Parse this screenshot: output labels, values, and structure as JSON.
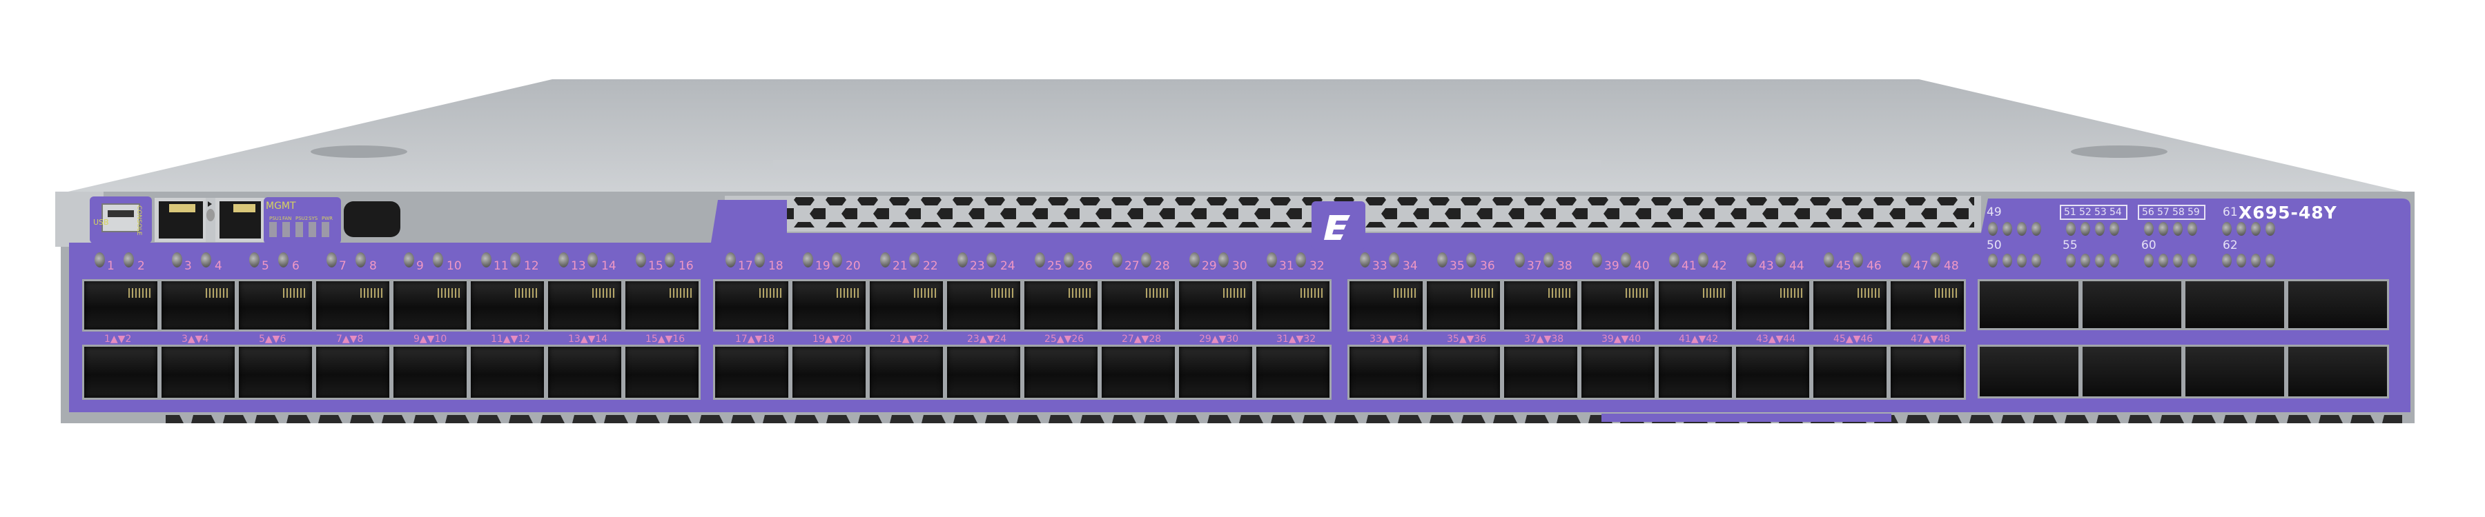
{
  "product": {
    "model": "X695-48Y",
    "logo": "E"
  },
  "left_panel": {
    "usb": "USB",
    "console": "CONSOLE",
    "mgmt": "MGMT",
    "status_leds": [
      "PSU1",
      "FAN",
      "PSU2",
      "SYS",
      "PWR"
    ],
    "locator_icon": "play-triangle-icon"
  },
  "port_numbers": [
    "1",
    "2",
    "3",
    "4",
    "5",
    "6",
    "7",
    "8",
    "9",
    "10",
    "11",
    "12",
    "13",
    "14",
    "15",
    "16",
    "17",
    "18",
    "19",
    "20",
    "21",
    "22",
    "23",
    "24",
    "25",
    "26",
    "27",
    "28",
    "29",
    "30",
    "31",
    "32",
    "33",
    "34",
    "35",
    "36",
    "37",
    "38",
    "39",
    "40",
    "41",
    "42",
    "43",
    "44",
    "45",
    "46",
    "47",
    "48"
  ],
  "port_pair_labels": [
    "1▲▼2",
    "3▲▼4",
    "5▲▼6",
    "7▲▼8",
    "9▲▼10",
    "11▲▼12",
    "13▲▼14",
    "15▲▼16",
    "17▲▼18",
    "19▲▼20",
    "21▲▼22",
    "23▲▼24",
    "25▲▼26",
    "27▲▼28",
    "29▲▼30",
    "31▲▼32",
    "33▲▼34",
    "35▲▼36",
    "37▲▼38",
    "39▲▼40",
    "41▲▼42",
    "43▲▼44",
    "45▲▼46",
    "47▲▼48"
  ],
  "uplink": {
    "top_labels": [
      "49",
      "61"
    ],
    "bottom_labels": [
      "50",
      "55",
      "60",
      "62"
    ],
    "group_a": [
      "51",
      "52",
      "53",
      "54"
    ],
    "group_b": [
      "56",
      "57",
      "58",
      "59"
    ]
  },
  "colors": {
    "panel": "#7763c6",
    "port_label": "#ef98c4",
    "mgmt_label": "#d6d45e",
    "chassis": "#b9bdc1"
  }
}
